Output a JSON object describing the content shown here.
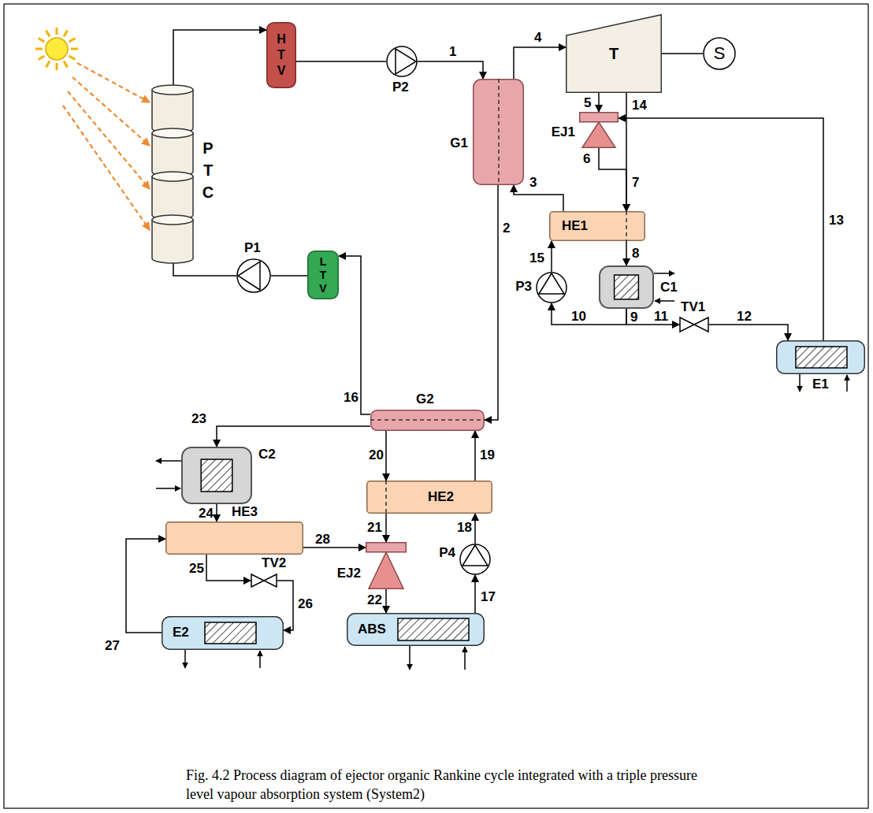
{
  "diagram": {
    "caption": "Fig. 4.2 Process diagram of ejector organic Rankine cycle integrated with a triple pressure level vapour absorption system (System2)",
    "nodes": [
      {
        "text": [
          "P T C"
        ]
      },
      {
        "text": [
          "H T V"
        ]
      },
      {
        "text": [
          "P2"
        ]
      },
      {
        "text": [
          "G1"
        ]
      },
      {
        "text": [
          "T"
        ]
      },
      {
        "text": [
          "S"
        ]
      },
      {
        "text": [
          "EJ1"
        ]
      },
      {
        "text": [
          "HE1"
        ]
      },
      {
        "text": [
          "C1"
        ]
      },
      {
        "text": [
          "P3"
        ]
      },
      {
        "text": [
          "TV1"
        ]
      },
      {
        "text": [
          "E1"
        ]
      },
      {
        "text": [
          "G2"
        ]
      },
      {
        "text": [
          "L T V"
        ]
      },
      {
        "text": [
          "P1"
        ]
      },
      {
        "text": [
          "HE2"
        ]
      },
      {
        "text": [
          "P4"
        ]
      },
      {
        "text": [
          "EJ2"
        ]
      },
      {
        "text": [
          "ABS"
        ]
      },
      {
        "text": [
          "C2"
        ]
      },
      {
        "text": [
          "HE3"
        ]
      },
      {
        "text": [
          "TV2"
        ]
      },
      {
        "text": [
          "E2"
        ]
      }
    ],
    "edges": [
      {
        "from": 0,
        "to": 1,
        "arrow": "to"
      },
      {
        "from": 1,
        "to": 2,
        "arrow": "none"
      },
      {
        "from": 2,
        "to": 3,
        "arrow": "to"
      },
      {
        "from": 3,
        "to": 4,
        "arrow": "to"
      },
      {
        "from": 4,
        "to": 5,
        "arrow": "none"
      },
      {
        "from": 4,
        "to": 6,
        "arrow": "to"
      },
      {
        "from": 6,
        "to": 7,
        "arrow": "to"
      },
      {
        "from": 4,
        "to": 7,
        "arrow": "to"
      },
      {
        "from": 11,
        "to": 6,
        "arrow": "to"
      },
      {
        "from": 7,
        "to": 3,
        "arrow": "to"
      },
      {
        "from": 9,
        "to": 7,
        "arrow": "to"
      },
      {
        "from": 7,
        "to": 8,
        "arrow": "to"
      },
      {
        "from": 8,
        "to": 9,
        "arrow": "to"
      },
      {
        "from": 8,
        "to": 10,
        "arrow": "to"
      },
      {
        "from": 10,
        "to": 11,
        "arrow": "to"
      },
      {
        "from": 3,
        "to": 12,
        "arrow": "to"
      },
      {
        "from": 12,
        "to": 13,
        "arrow": "to"
      },
      {
        "from": 13,
        "to": 14,
        "arrow": "none"
      },
      {
        "from": 14,
        "to": 0,
        "arrow": "none"
      },
      {
        "from": 12,
        "to": 19,
        "arrow": "to"
      },
      {
        "from": 19,
        "to": 20,
        "arrow": "to"
      },
      {
        "from": 20,
        "to": 21,
        "arrow": "to"
      },
      {
        "from": 21,
        "to": 22,
        "arrow": "to"
      },
      {
        "from": 22,
        "to": 20,
        "arrow": "to"
      },
      {
        "from": 20,
        "to": 17,
        "arrow": "to"
      },
      {
        "from": 12,
        "to": 15,
        "arrow": "to"
      },
      {
        "from": 15,
        "to": 12,
        "arrow": "to"
      },
      {
        "from": 15,
        "to": 17,
        "arrow": "to"
      },
      {
        "from": 17,
        "to": 18,
        "arrow": "to"
      },
      {
        "from": 18,
        "to": 16,
        "arrow": "to"
      },
      {
        "from": 16,
        "to": 15,
        "arrow": "to"
      }
    ],
    "labels": [
      "1",
      "2",
      "3",
      "4",
      "5",
      "6",
      "7",
      "8",
      "9",
      "10",
      "11",
      "12",
      "13",
      "14",
      "15",
      "16",
      "17",
      "18",
      "19",
      "20",
      "21",
      "22",
      "23",
      "24",
      "25",
      "26",
      "27",
      "28"
    ]
  }
}
